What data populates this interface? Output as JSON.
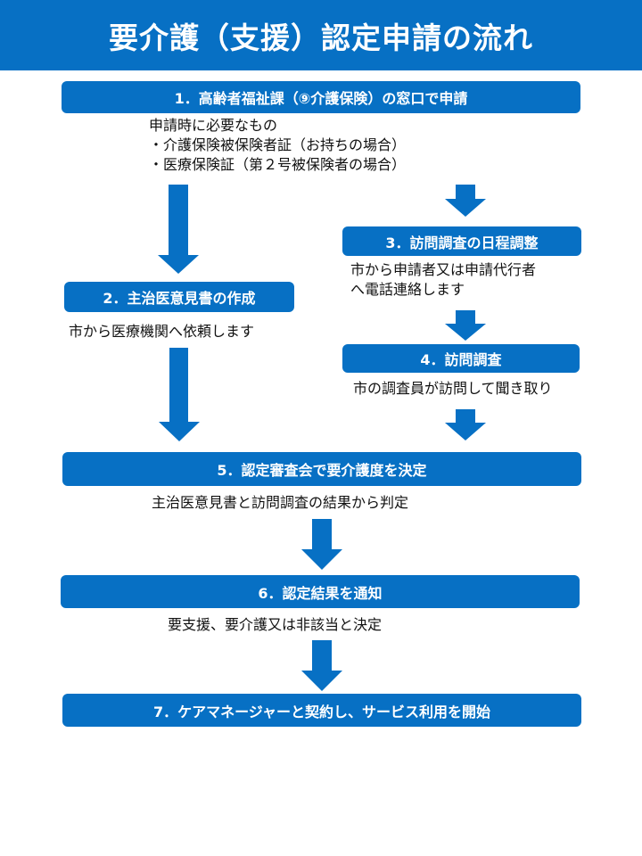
{
  "title": "要介護（支援）認定申請の流れ",
  "theme": {
    "accent": "#0770c4",
    "text": "#111111",
    "background": "#ffffff"
  },
  "steps": [
    {
      "label": "1．高齢者福祉課（⑨介護保険）の窓口で申請",
      "notes": [
        "申請時に必要なもの",
        "・介護保険被保険者証（お持ちの場合）",
        "・医療保険証（第２号被保険者の場合）"
      ]
    },
    {
      "label": "2．主治医意見書の作成",
      "notes": [
        "市から医療機関へ依頼します"
      ]
    },
    {
      "label": "3．訪問調査の日程調整",
      "notes": [
        "市から申請者又は申請代行者",
        "へ電話連絡します"
      ]
    },
    {
      "label": "4．訪問調査",
      "notes": [
        "市の調査員が訪問して聞き取り"
      ]
    },
    {
      "label": "5．認定審査会で要介護度を決定",
      "notes": [
        "主治医意見書と訪問調査の結果から判定"
      ]
    },
    {
      "label": "6．認定結果を通知",
      "notes": [
        "要支援、要介護又は非該当と決定"
      ]
    },
    {
      "label": "7．ケアマネージャーと契約し、サービス利用を開始",
      "notes": []
    }
  ],
  "arrows": [
    {
      "from": "1",
      "to": "2",
      "icon": "arrow-down-icon"
    },
    {
      "from": "1",
      "to": "3",
      "icon": "arrow-down-icon"
    },
    {
      "from": "3",
      "to": "4",
      "icon": "arrow-down-icon"
    },
    {
      "from": "2",
      "to": "5",
      "icon": "arrow-down-icon"
    },
    {
      "from": "4",
      "to": "5",
      "icon": "arrow-down-icon"
    },
    {
      "from": "5",
      "to": "6",
      "icon": "arrow-down-icon"
    },
    {
      "from": "6",
      "to": "7",
      "icon": "arrow-down-icon"
    }
  ]
}
